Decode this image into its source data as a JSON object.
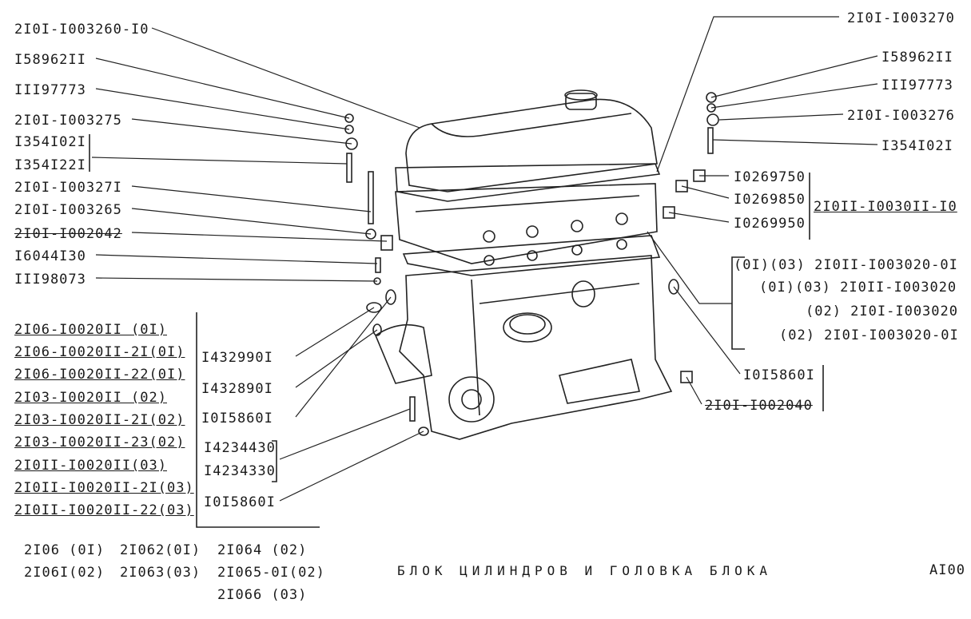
{
  "left_labels": [
    {
      "text": "2I0I-I003260-I0",
      "style": ""
    },
    {
      "text": "I58962II",
      "style": ""
    },
    {
      "text": "III97773",
      "style": ""
    },
    {
      "text": "2I0I-I003275",
      "style": ""
    },
    {
      "text": "I354I02I",
      "style": ""
    },
    {
      "text": "I354I22I",
      "style": ""
    },
    {
      "text": "2I0I-I00327I",
      "style": ""
    },
    {
      "text": "2I0I-I003265",
      "style": ""
    },
    {
      "text": "2I0I-I002042",
      "style": "strike"
    },
    {
      "text": "I6044I30",
      "style": ""
    },
    {
      "text": "III98073",
      "style": ""
    }
  ],
  "right_labels": [
    {
      "text": "2I0I-I003270",
      "style": ""
    },
    {
      "text": "I58962II",
      "style": ""
    },
    {
      "text": "III97773",
      "style": ""
    },
    {
      "text": "2I0I-I003276",
      "style": ""
    },
    {
      "text": "I354I02I",
      "style": ""
    },
    {
      "text": "I0269750",
      "style": ""
    },
    {
      "text": "I0269850",
      "style": ""
    },
    {
      "text": "I0269950",
      "style": ""
    },
    {
      "text": "2I0II-I0030II-I0",
      "style": "underline"
    },
    {
      "text": "(0I)(03) 2I0II-I003020-0I",
      "style": ""
    },
    {
      "text": "(0I)(03) 2I0II-I003020",
      "style": ""
    },
    {
      "text": "(02) 2I0I-I003020",
      "style": ""
    },
    {
      "text": "(02) 2I0I-I003020-0I",
      "style": ""
    },
    {
      "text": "I0I5860I",
      "style": ""
    },
    {
      "text": "2I0I-I002040",
      "style": "strike"
    }
  ],
  "block_labels": [
    {
      "text": "2I06-I0020II (0I)",
      "style": "underline"
    },
    {
      "text": "2I06-I0020II-2I(0I)",
      "style": "underline"
    },
    {
      "text": "2I06-I0020II-22(0I)",
      "style": "underline"
    },
    {
      "text": "2I03-I0020II (02)",
      "style": "underline"
    },
    {
      "text": "2I03-I0020II-2I(02)",
      "style": "underline"
    },
    {
      "text": "2I03-I0020II-23(02)",
      "style": "underline"
    },
    {
      "text": "2I0II-I0020II(03)",
      "style": "underline"
    },
    {
      "text": "2I0II-I0020II-2I(03)",
      "style": "underline"
    },
    {
      "text": "2I0II-I0020II-22(03)",
      "style": "underline"
    }
  ],
  "center_labels": [
    {
      "text": "I432990I",
      "style": ""
    },
    {
      "text": "I432890I",
      "style": ""
    },
    {
      "text": "I0I5860I",
      "style": ""
    },
    {
      "text": "I4234430",
      "style": ""
    },
    {
      "text": "I4234330",
      "style": ""
    },
    {
      "text": "I0I5860I",
      "style": ""
    }
  ],
  "models": [
    "2I06 (0I)",
    "2I062(0I)",
    "2I064   (02)",
    "2I06I(02)",
    "2I063(03)",
    "2I065-0I(02)",
    "2I066  (03)"
  ],
  "title": "БЛОК ЦИЛИНДРОВ И ГОЛОВКА БЛОКА",
  "page_code": "AI00"
}
